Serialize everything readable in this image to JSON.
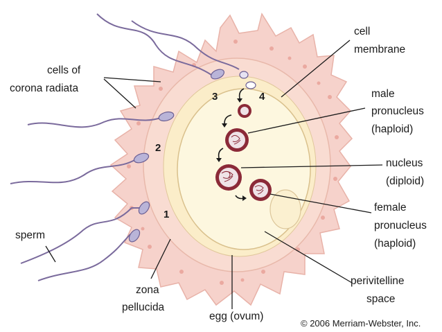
{
  "labels": {
    "cell_membrane": [
      "cell",
      "membrane"
    ],
    "cells_corona": [
      "cells of",
      "corona radiata"
    ],
    "male_pronucleus": [
      "male",
      "pronucleus",
      "(haploid)"
    ],
    "nucleus": [
      "nucleus",
      "(diploid)"
    ],
    "female_pronucleus": [
      "female",
      "pronucleus",
      "(haploid)"
    ],
    "sperm": "sperm",
    "zona": [
      "zona",
      "pellucida"
    ],
    "egg": "egg (ovum)",
    "perivitelline": [
      "perivitelline",
      "space"
    ]
  },
  "stage_numbers": [
    "1",
    "2",
    "3",
    "4"
  ],
  "copyright": "© 2006 Merriam-Webster, Inc.",
  "colors": {
    "corona": "#f6d2cb",
    "corona_dots": "#eaa9a0",
    "zona": "#f9dcd2",
    "perivitelline": "#fbedc9",
    "cytoplasm": "#fdf7df",
    "nucleus_fill": "#8b2a38",
    "nucleus_inner": "#efe3e7",
    "sperm_tail": "#7a6a9c",
    "sperm_head": "#b9b4d8"
  }
}
